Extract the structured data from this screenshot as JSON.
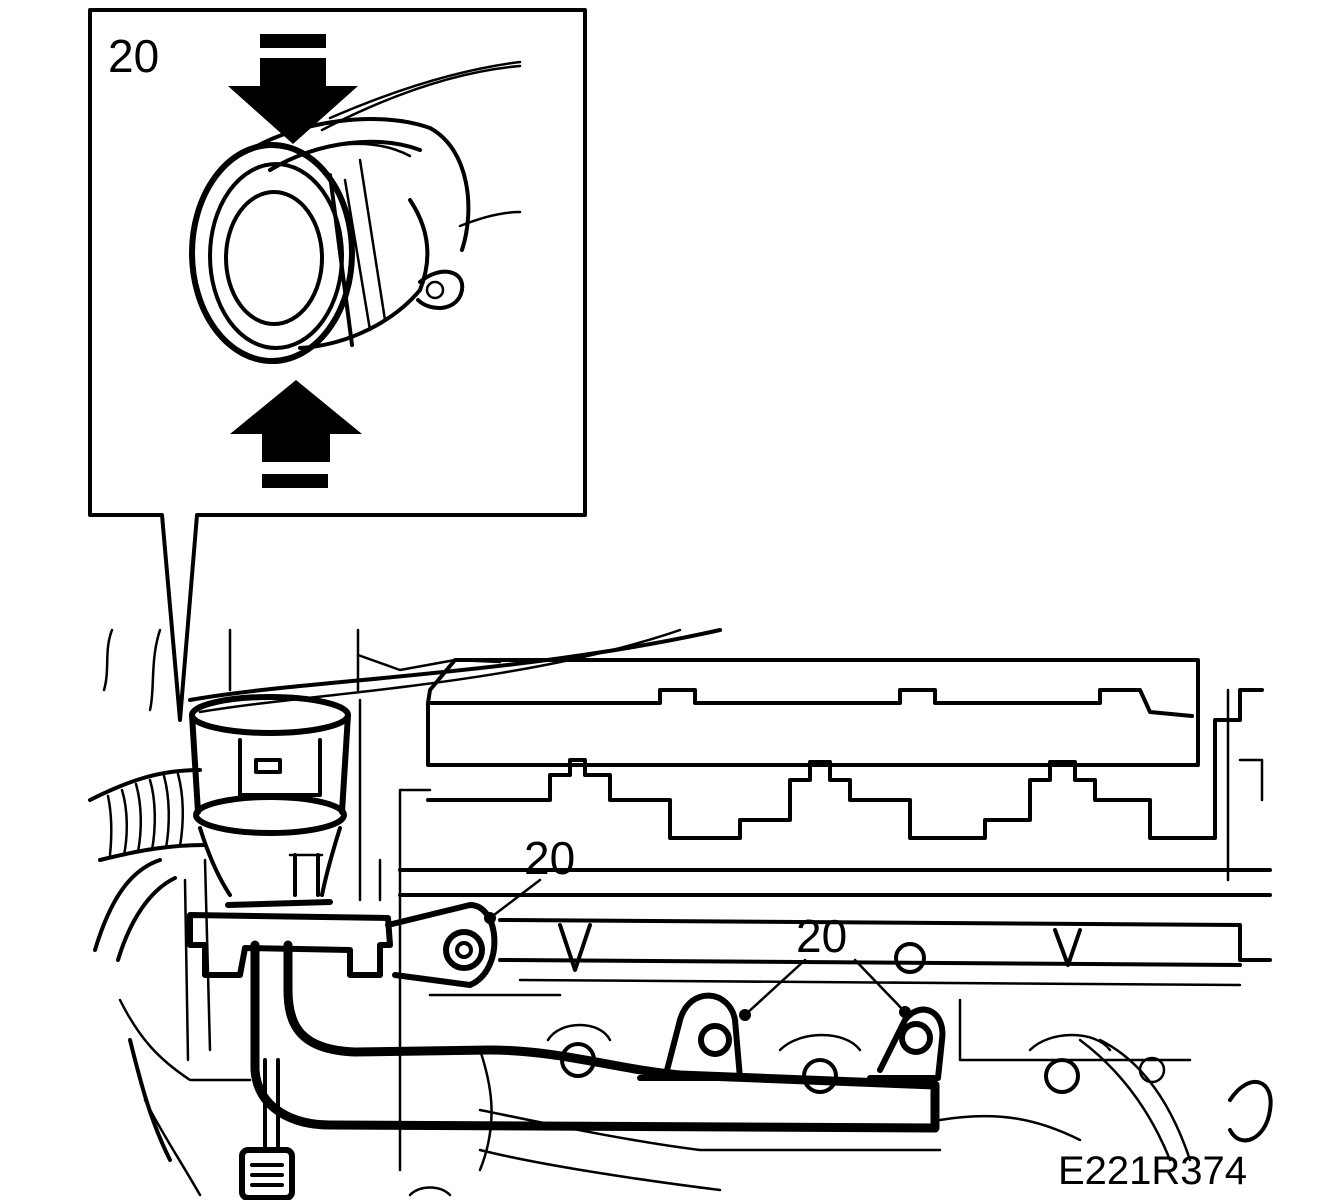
{
  "detail_callout": {
    "label": "20"
  },
  "callouts": [
    {
      "label": "20"
    },
    {
      "label": "20"
    }
  ],
  "reference_code": "E221R374"
}
